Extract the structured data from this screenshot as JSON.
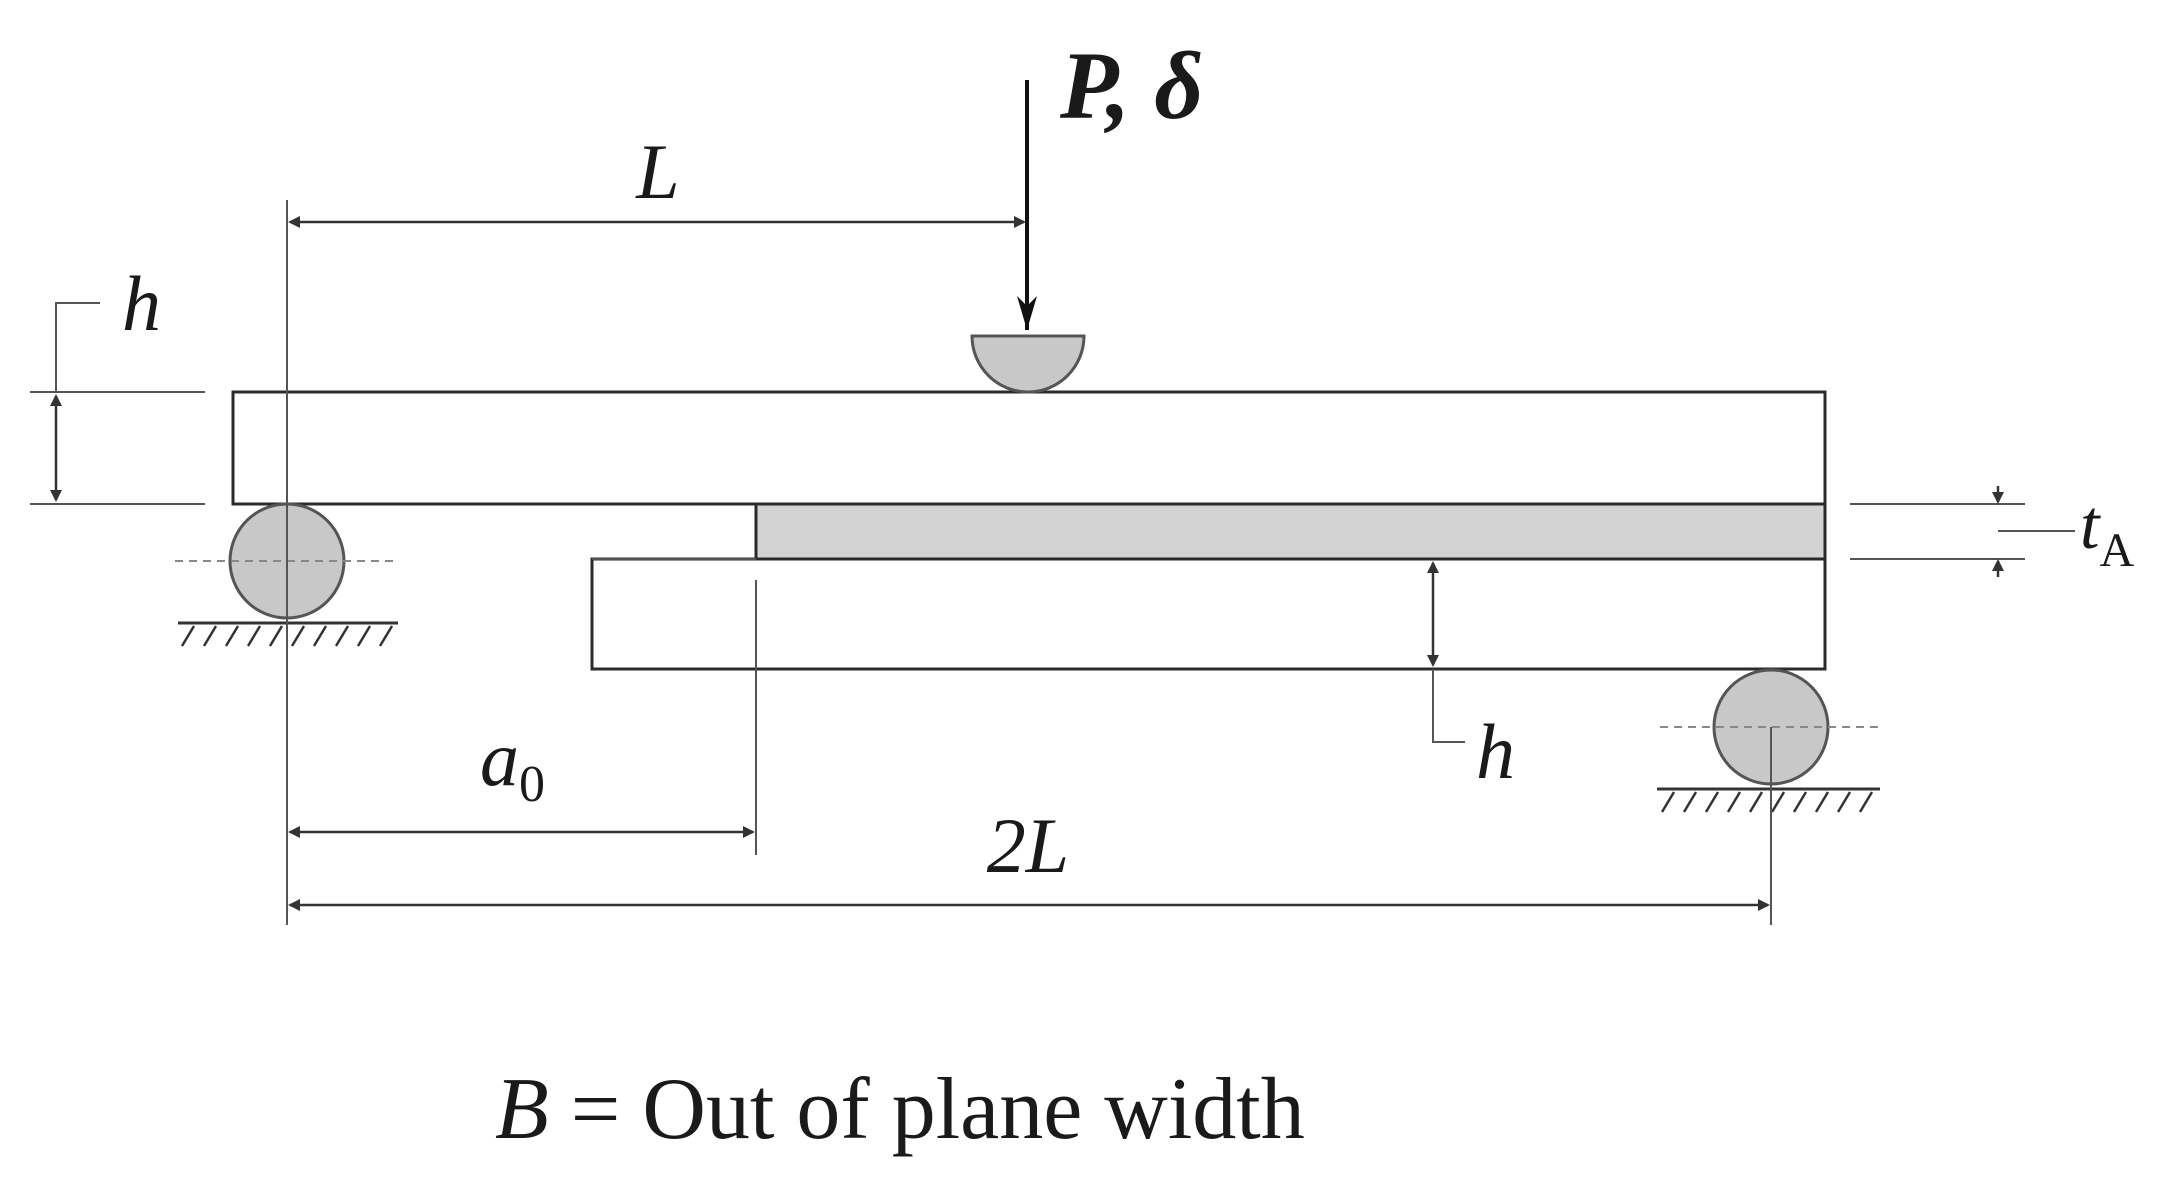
{
  "labels": {
    "load": "P, δ",
    "span_half": "L",
    "thickness_top": "h",
    "thickness_bottom": "h",
    "adhesive_thickness_main": "t",
    "adhesive_thickness_sub": "A",
    "crack_length_main": "a",
    "crack_length_sub": "0",
    "span_full": "2L",
    "caption_symbol": "B",
    "caption_text": " = Out of plane width"
  },
  "colors": {
    "adhesive": "#d3d3d3",
    "roller": "#c8c8c8",
    "line": "#2b2b2b"
  }
}
